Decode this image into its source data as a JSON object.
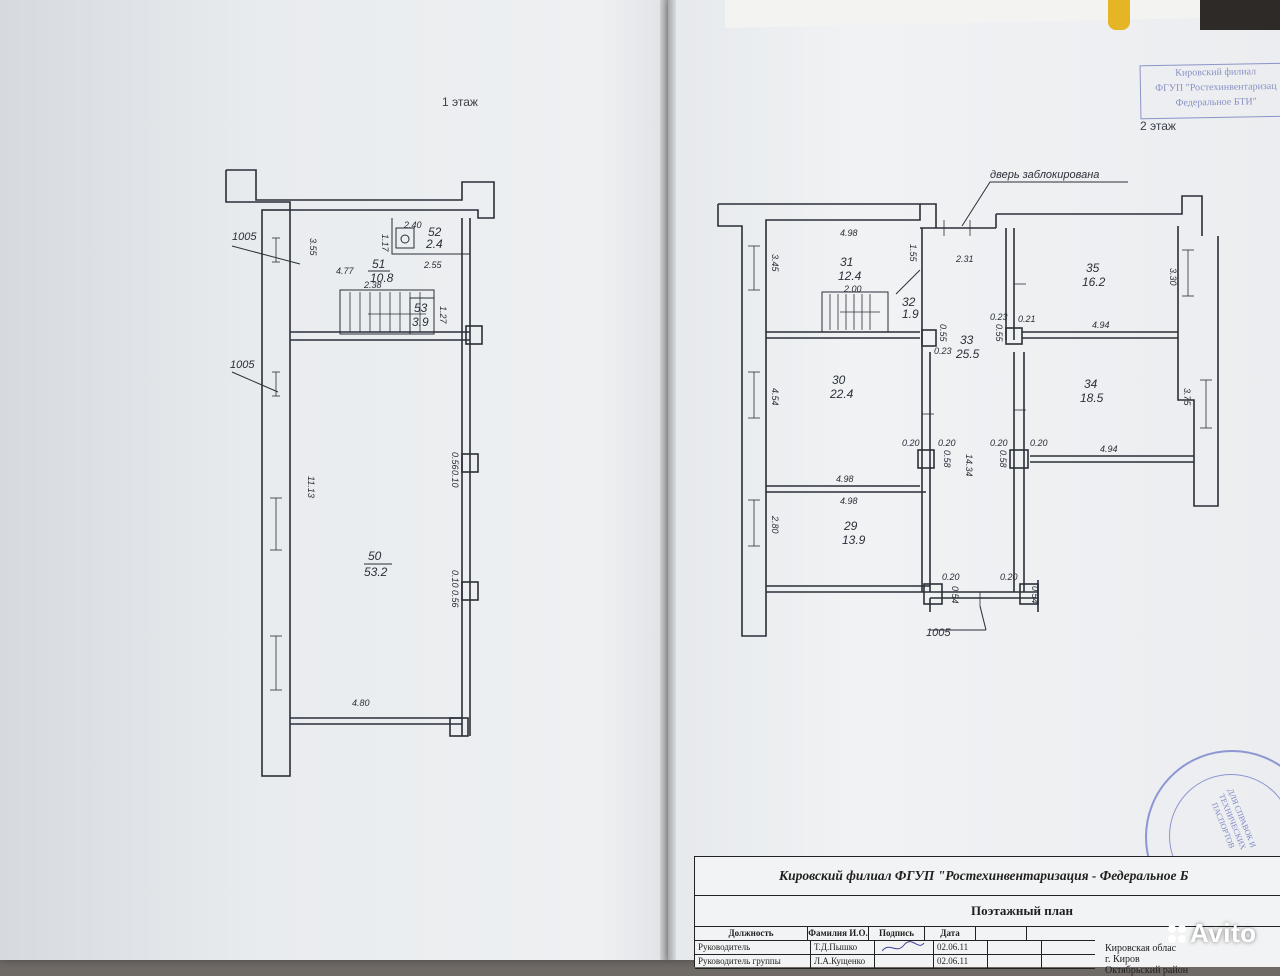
{
  "floor1": {
    "title": "1 этаж",
    "axis_labels": [
      "1005",
      "1005"
    ],
    "rooms": [
      {
        "number": "51",
        "area": "10.8"
      },
      {
        "number": "52",
        "area": "2.4"
      },
      {
        "number": "53",
        "area": "3.9"
      },
      {
        "number": "50",
        "area": "53.2"
      }
    ],
    "dimensions": [
      "2.40",
      "1.17",
      "3.55",
      "4.77",
      "2.38",
      "2.55",
      "1.27",
      "0.56",
      "0.10",
      "11.13",
      "0.10",
      "0.56",
      "4.80"
    ]
  },
  "floor2": {
    "title": "2 этаж",
    "door_note": "дверь заблокирована",
    "axis_label": "1005",
    "rooms": [
      {
        "number": "31",
        "area": "12.4"
      },
      {
        "number": "32",
        "area": "1.9"
      },
      {
        "number": "33",
        "area": "25.5"
      },
      {
        "number": "35",
        "area": "16.2"
      },
      {
        "number": "30",
        "area": "22.4"
      },
      {
        "number": "34",
        "area": "18.5"
      },
      {
        "number": "29",
        "area": "13.9"
      }
    ],
    "dimensions": [
      "4.98",
      "1.55",
      "2.31",
      "3.45",
      "2.00",
      "3.30",
      "0.23",
      "0.21",
      "0.55",
      "0.55",
      "0.23",
      "4.94",
      "4.54",
      "3.75",
      "0.20",
      "0.20",
      "0.20",
      "0.20",
      "0.58",
      "14.34",
      "0.58",
      "4.94",
      "4.98",
      "4.98",
      "2.80",
      "0.20",
      "0.20",
      "0.54",
      "0.54"
    ]
  },
  "stamp_top": {
    "line1": "Кировский филиал",
    "line2": "ФГУП \"Ростехинвентаризац",
    "line3": "Федеральное БТИ\""
  },
  "round_stamp": {
    "text": "ДЛЯ СПРАВОК И ТЕХНИЧЕСКИХ ПАСПОРТОВ"
  },
  "title_block": {
    "org": "Кировский филиал ФГУП \"Ростехинвентаризация - Федеральное Б",
    "doc_type": "Поэтажный план",
    "headers": [
      "Должность",
      "Фамилия И.О.",
      "Подпись",
      "Дата"
    ],
    "rows": [
      {
        "position": "Руководитель",
        "name": "Т.Д.Пышко",
        "date": "02.06.11"
      },
      {
        "position": "Руководитель группы",
        "name": "Л.А.Кущенко",
        "date": "02.06.11"
      }
    ],
    "location_1": "Кировская облас",
    "location_2": "г. Киров",
    "location_3": "Октябрьский район"
  },
  "watermark": "Avito"
}
